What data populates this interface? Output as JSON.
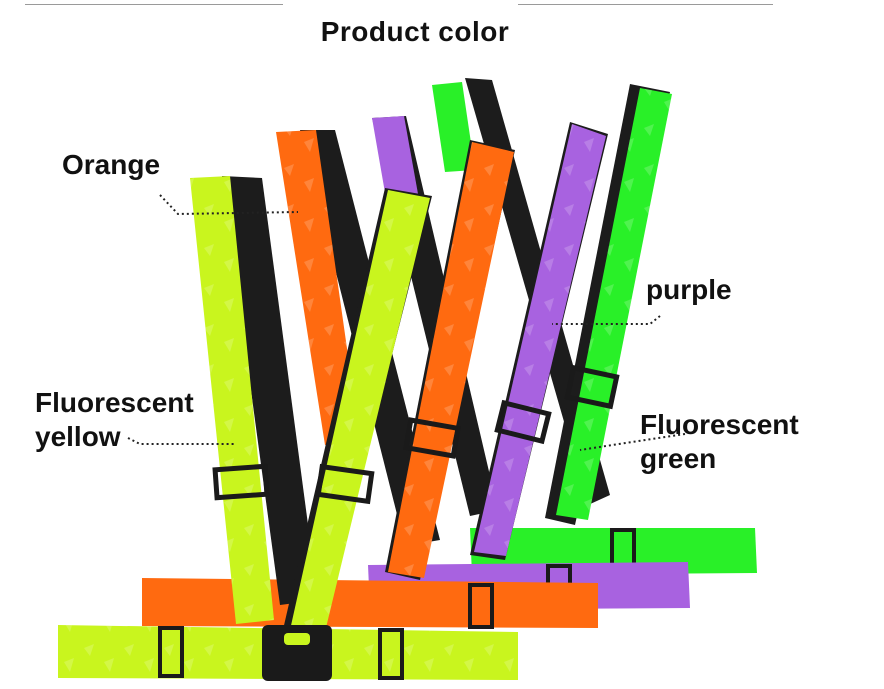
{
  "title": "Product color",
  "labels": {
    "orange": "Orange",
    "purple": "purple",
    "fluorescent_yellow_line1": "Fluorescent",
    "fluorescent_yellow_line2": "yellow",
    "fluorescent_green_line1": "Fluorescent",
    "fluorescent_green_line2": "green"
  },
  "colors": {
    "orange": "#ff6a10",
    "purple": "#a862e0",
    "green": "#29f028",
    "yellow": "#c9f51e",
    "dark": "#1a1a1a",
    "text": "#111111"
  }
}
